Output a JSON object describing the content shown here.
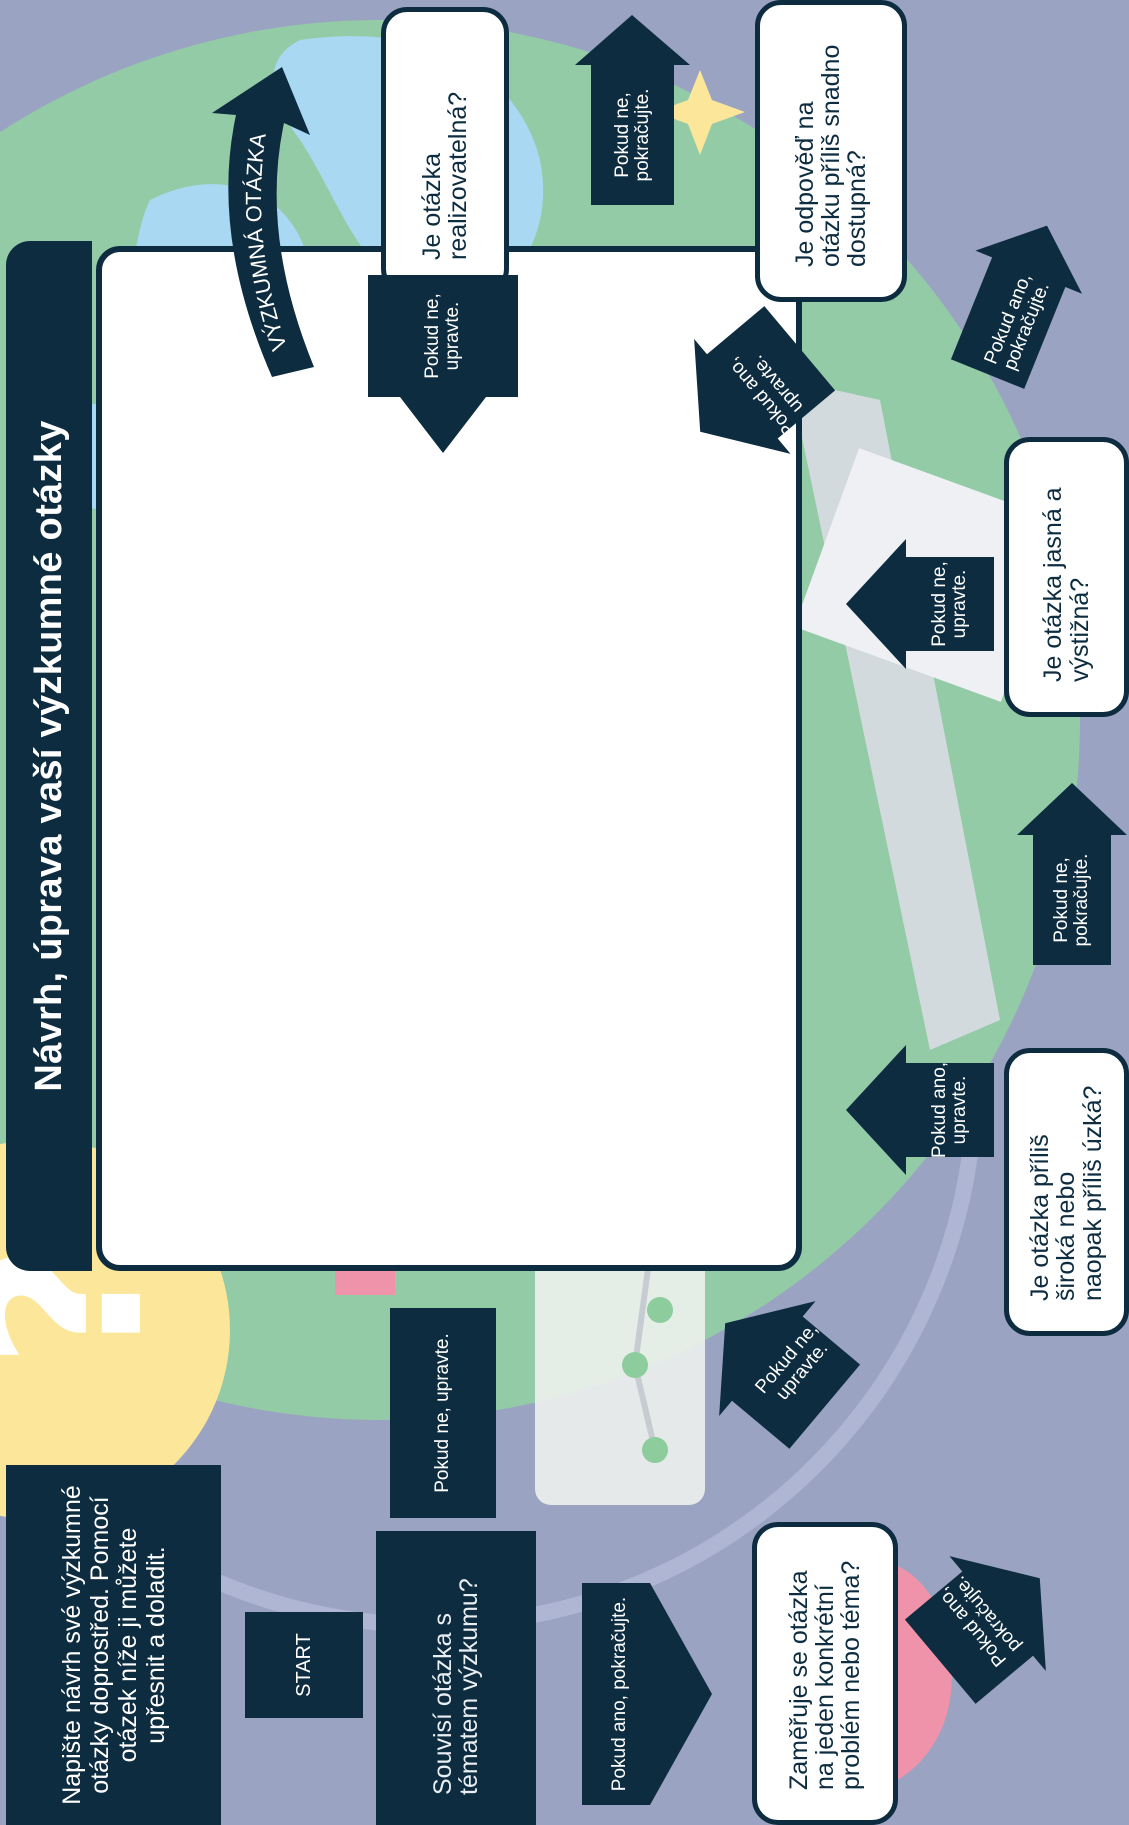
{
  "title": "Návrh, úprava vaší výzkumné otázky",
  "instructions": "Napište návrh své výzkumné otázky doprostřed. Pomocí otázek níže ji můžete upřesnit a doladit.",
  "start_label": "START",
  "curved_label": "VÝZKUMNÁ OTÁZKA",
  "questions": {
    "q1": "Souvisí otázka s tématem výzkumu?",
    "q2": "Zaměřuje se otázka na jeden konkrétní problém nebo téma?",
    "q3": "Je otázka příliš široká nebo naopak příliš úzká?",
    "q4": "Je otázka jasná a výstižná?",
    "q5": "Je odpověď na otázku příliš snadno dostupná?",
    "q6": "Je otázka realizovatelná?"
  },
  "arrows": {
    "a1": "Pokud ano, pokračujte.",
    "a2": "Pokud ne, upravte.",
    "a3": "Pokud ano, pokračujte.",
    "a4": "Pokud ne, upravte.",
    "a5": "Pokud ano, upravte.",
    "a6": "Pokud ne, pokračujte.",
    "a7": "Pokud ne, upravte.",
    "a8": "Pokud ano, pokračujte.",
    "a9": "Pokud ano, upravte.",
    "a10": "Pokud ne, pokračujte.",
    "a11": "Pokud ne, upravte."
  },
  "colors": {
    "navy": "#0d2c40",
    "background": "#9aa3c2",
    "globe": "#93cba7",
    "water": "#a9d8f2"
  }
}
